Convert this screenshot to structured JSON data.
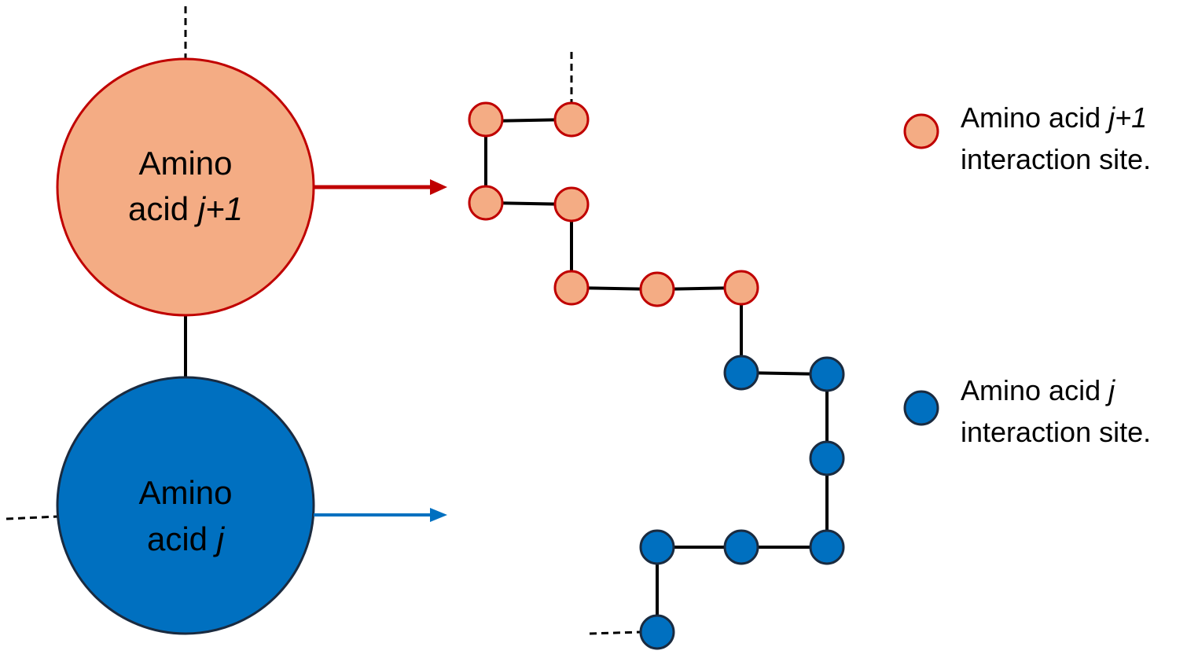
{
  "colors": {
    "residue_j1_fill": "#F4AC84",
    "residue_j1_stroke": "#C00000",
    "residue_j_fill": "#0070C0",
    "residue_j_stroke": "#1A2B40",
    "arrow_j1": "#C00000",
    "arrow_j": "#0070C0"
  },
  "big_nodes": {
    "j1": {
      "line1": "Amino",
      "line2_prefix": "acid ",
      "line2_italic": "j+1"
    },
    "j": {
      "line1": "Amino",
      "line2_prefix": "acid ",
      "line2_italic": "j"
    }
  },
  "legend": [
    {
      "line1_prefix": "Amino acid ",
      "line1_italic": "j+1",
      "line2": "interaction site."
    },
    {
      "line1_prefix": "Amino acid ",
      "line1_italic": "j",
      "line2": "interaction site."
    }
  ]
}
